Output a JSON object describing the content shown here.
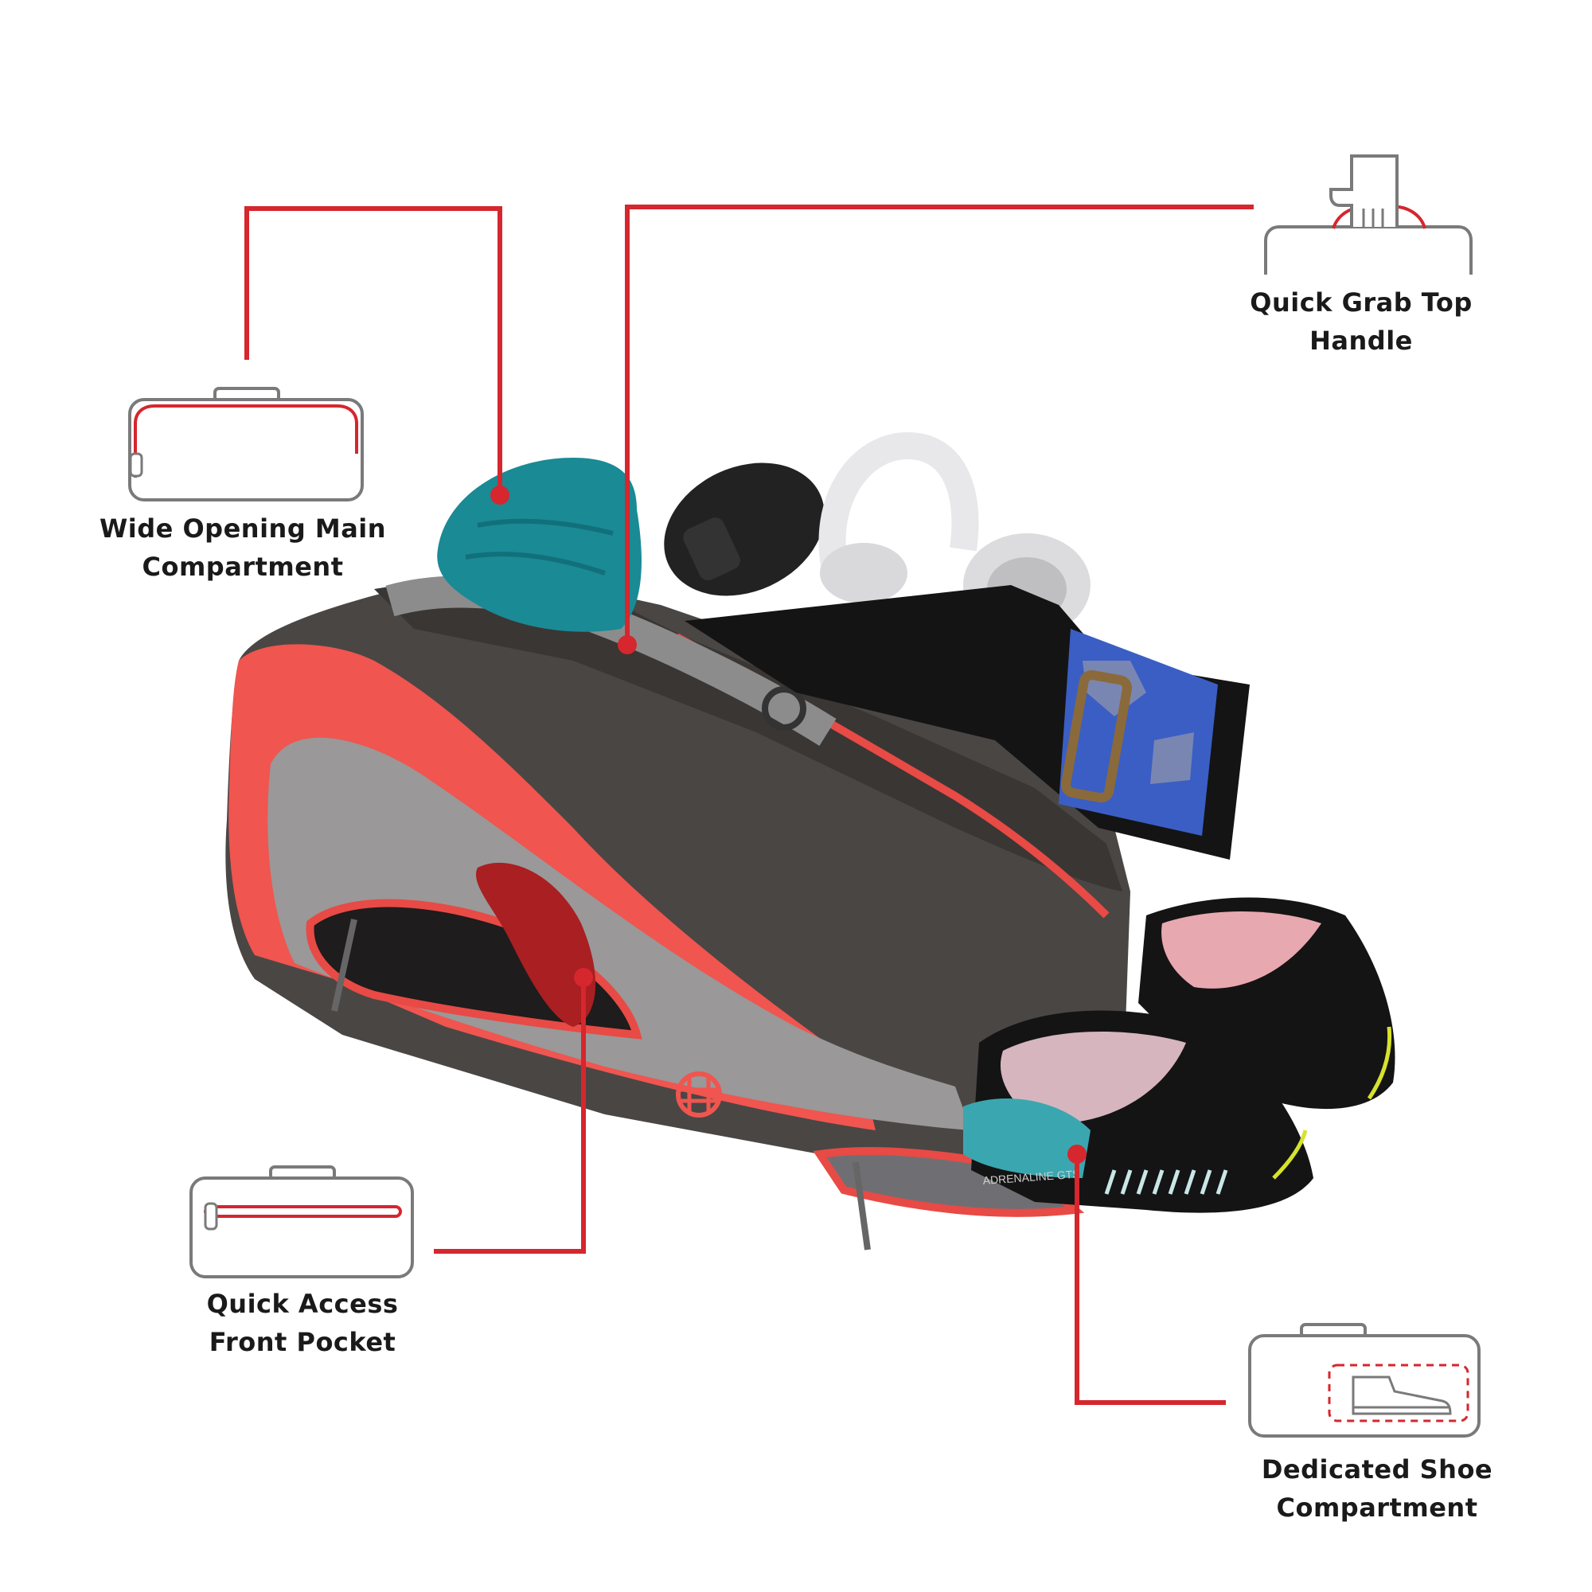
{
  "colors": {
    "accent": "#d6262e",
    "icon_stroke": "#7a7a7a",
    "text": "#1a1a1a",
    "bag_body": "#4a4644",
    "bag_accent": "#f0554f",
    "bag_mesh": "#9a9898",
    "towel": "#1a8a95",
    "strap": "#8c8c8c"
  },
  "features": [
    {
      "id": "main",
      "icon": "wide-opening-bag-icon",
      "lines": [
        "Wide Opening Main",
        "Compartment"
      ]
    },
    {
      "id": "handle",
      "icon": "hand-grab-handle-icon",
      "lines": [
        "Quick Grab Top",
        "Handle"
      ]
    },
    {
      "id": "front",
      "icon": "front-pocket-bag-icon",
      "lines": [
        "Quick Access",
        "Front Pocket"
      ]
    },
    {
      "id": "shoe",
      "icon": "shoe-compartment-bag-icon",
      "lines": [
        "Dedicated Shoe",
        "Compartment"
      ]
    }
  ],
  "product": {
    "logo": "brand-logo-icon",
    "shoe_print": "ADRENALINE GTS"
  }
}
